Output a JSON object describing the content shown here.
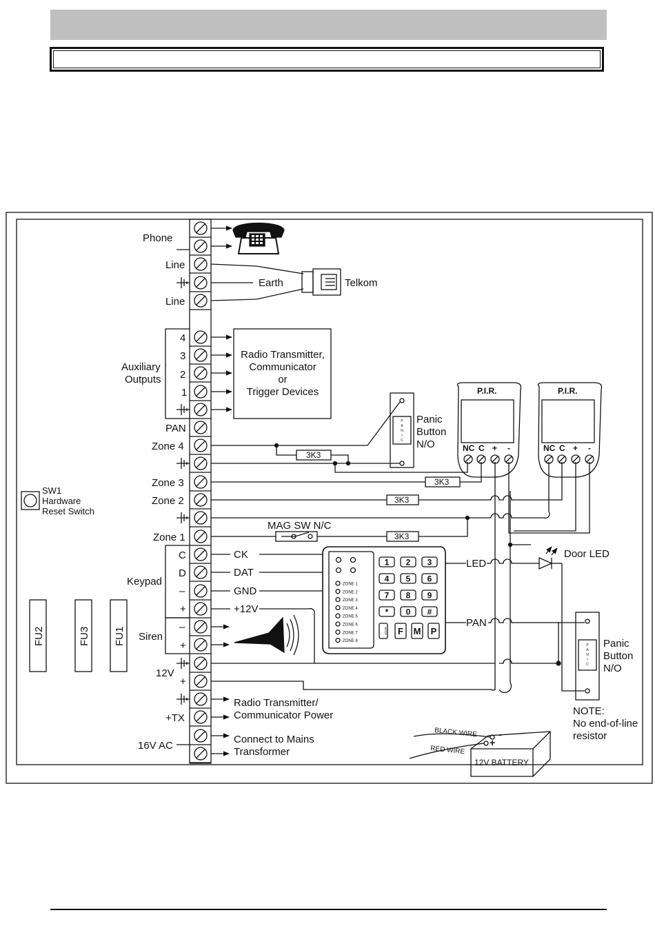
{
  "terminals": {
    "phone": "Phone",
    "line1": "Line",
    "line2": "Line",
    "aux_outputs_1": "Auxiliary",
    "aux_outputs_2": "Outputs",
    "aux4": "4",
    "aux3": "3",
    "aux2": "2",
    "aux1": "1",
    "pan": "PAN",
    "zone4": "Zone 4",
    "zone3": "Zone 3",
    "zone2": "Zone 2",
    "zone1": "Zone 1",
    "keypad": "Keypad",
    "kp_c": "C",
    "kp_d": "D",
    "kp_minus": "–",
    "kp_plus": "+",
    "siren": "Siren",
    "siren_minus": "–",
    "siren_plus": "+",
    "v12": "12V",
    "v12_plus": "+",
    "tx": "+TX",
    "ac": "16V AC"
  },
  "connections": {
    "earth": "Earth",
    "telkom": "Telkom",
    "radio_box": [
      "Radio Transmitter,",
      "Communicator",
      "or",
      "Trigger Devices"
    ],
    "ck": "CK",
    "dat": "DAT",
    "gnd": "GND",
    "plus12v": "+12V",
    "led": "LED",
    "pan": "PAN",
    "door_led": "Door LED",
    "mag_sw": "MAG SW N/C",
    "resistor": "3K3",
    "radio_power_1": "Radio Transmitter/",
    "radio_power_2": "Communicator Power",
    "mains_1": "Connect to Mains",
    "mains_2": "Transformer"
  },
  "reset_switch": [
    "SW1",
    "Hardware",
    "Reset Switch"
  ],
  "fuses": [
    "FU2",
    "FU3",
    "FU1"
  ],
  "pir": {
    "title": "P.I.R.",
    "nc": "NC",
    "c": "C",
    "plus": "+",
    "minus": "-"
  },
  "panic": {
    "label": [
      "Panic",
      "Button",
      "N/O"
    ],
    "vertical": [
      "P",
      "A",
      "N",
      "I",
      "C"
    ]
  },
  "note": [
    "NOTE:",
    "No end-of-line",
    "resistor"
  ],
  "battery": {
    "label": "12V BATTERY",
    "black_wire": "BLACK WIRE",
    "red_wire": "RED WIRE",
    "minus": "-",
    "plus": "+"
  },
  "keypad_device": {
    "zones": [
      "ZONE 1",
      "ZONE 2",
      "ZONE 3",
      "ZONE 4",
      "ZONE 5",
      "ZONE 6",
      "ZONE 7",
      "ZONE 8"
    ],
    "keys": [
      "1",
      "2",
      "3",
      "4",
      "5",
      "6",
      "7",
      "8",
      "9",
      "*",
      "0",
      "#"
    ],
    "func_keys": [
      "F",
      "M",
      "P"
    ],
    "mode": "MODE"
  }
}
